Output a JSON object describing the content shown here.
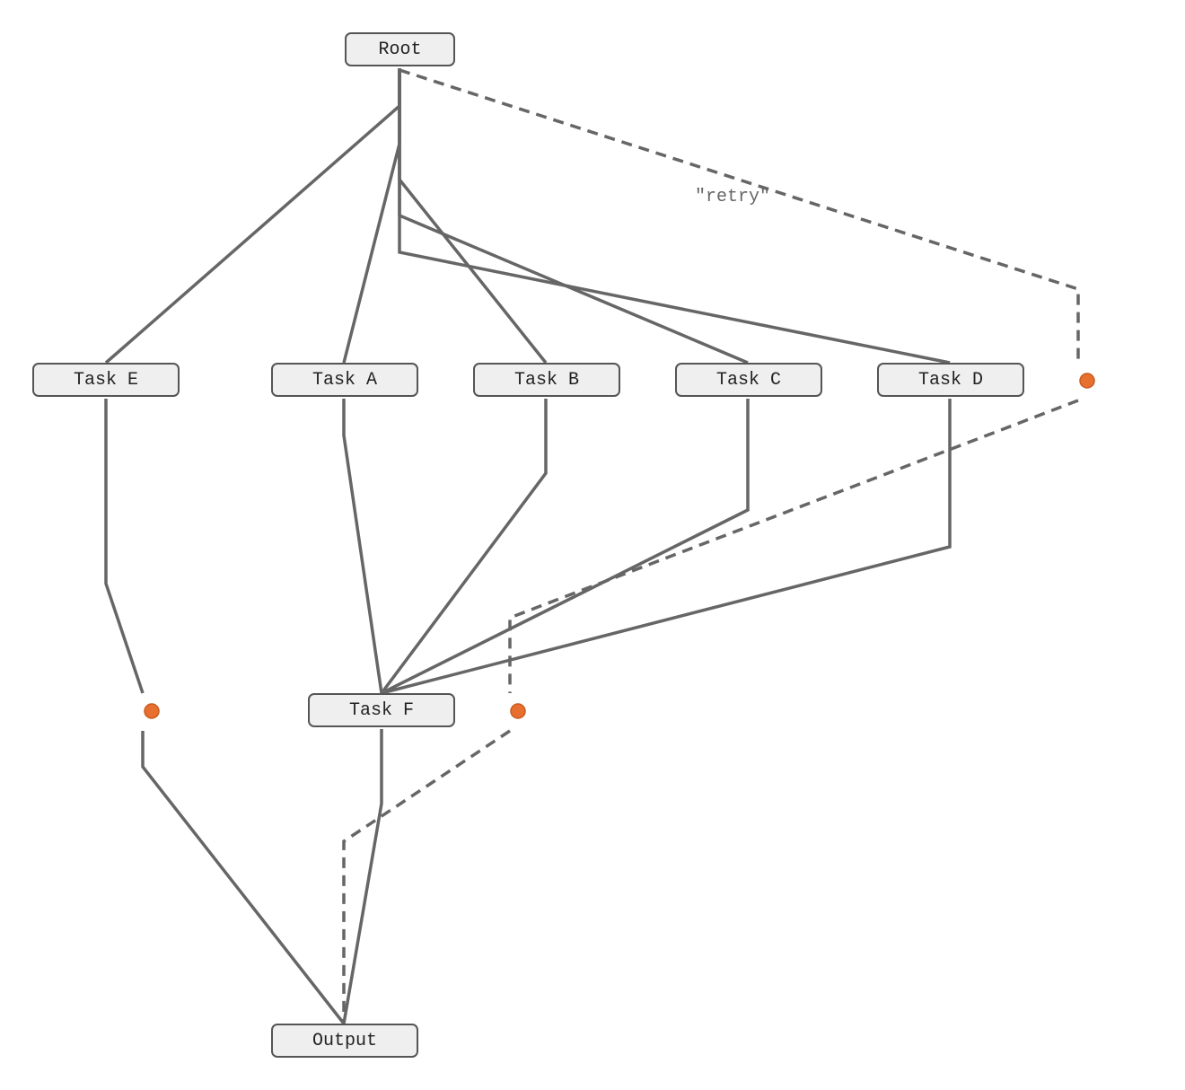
{
  "nodes": {
    "root": "Root",
    "task_e": "Task E",
    "task_a": "Task A",
    "task_b": "Task B",
    "task_c": "Task C",
    "task_d": "Task D",
    "task_f": "Task F",
    "output": "Output"
  },
  "edge_labels": {
    "retry": "\"retry\""
  },
  "colors": {
    "edge": "#666666",
    "junction": "#e8702e",
    "node_fill": "#efefef"
  }
}
